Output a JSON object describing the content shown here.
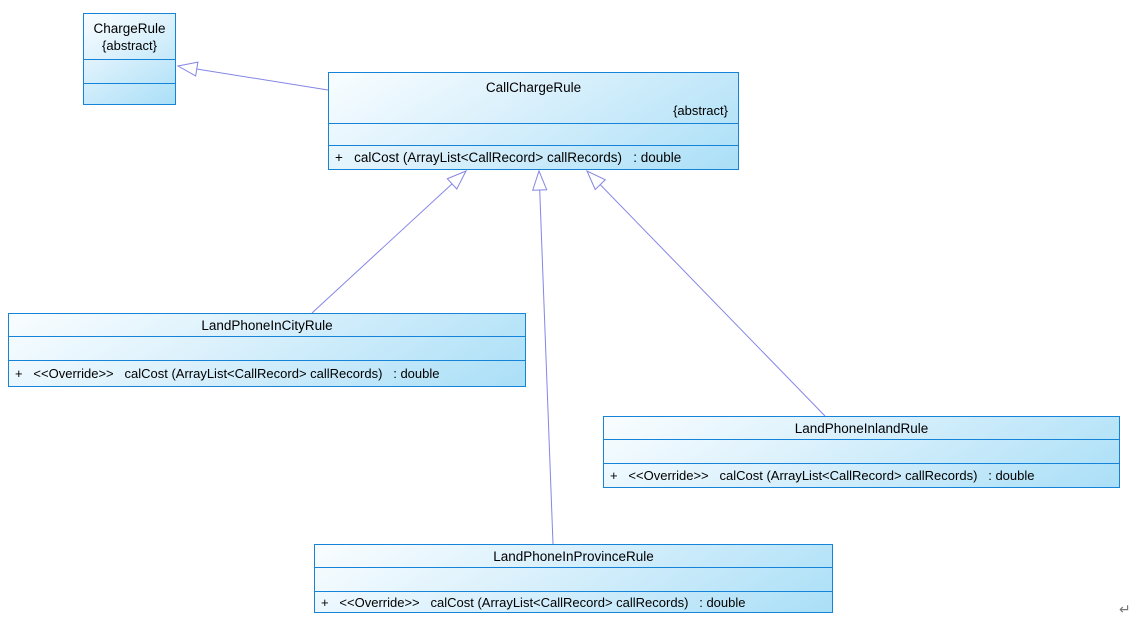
{
  "diagram": {
    "type": "uml-class-diagram",
    "classes": [
      {
        "name": "ChargeRule",
        "stereotype": "{abstract}",
        "attributes": [],
        "operations": []
      },
      {
        "name": "CallChargeRule",
        "stereotype": "{abstract}",
        "attributes": [],
        "operations": [
          {
            "label": "+   calCost (ArrayList<CallRecord> callRecords)   : double"
          }
        ]
      },
      {
        "name": "LandPhoneInCityRule",
        "attributes": [],
        "operations": [
          {
            "label": "+   <<Override>>   calCost (ArrayList<CallRecord> callRecords)   : double"
          }
        ]
      },
      {
        "name": "LandPhoneInlandRule",
        "attributes": [],
        "operations": [
          {
            "label": "+   <<Override>>   calCost (ArrayList<CallRecord> callRecords)   : double"
          }
        ]
      },
      {
        "name": "LandPhoneInProvinceRule",
        "attributes": [],
        "operations": [
          {
            "label": "+   <<Override>>   calCost (ArrayList<CallRecord> callRecords)   : double"
          }
        ]
      }
    ],
    "relationships": [
      {
        "type": "generalization",
        "from": "CallChargeRule",
        "to": "ChargeRule"
      },
      {
        "type": "generalization",
        "from": "LandPhoneInCityRule",
        "to": "CallChargeRule"
      },
      {
        "type": "generalization",
        "from": "LandPhoneInProvinceRule",
        "to": "CallChargeRule"
      },
      {
        "type": "generalization",
        "from": "LandPhoneInlandRule",
        "to": "CallChargeRule"
      }
    ],
    "colors": {
      "box_border": "#1584d8",
      "box_fill_top": "#f9fdff",
      "box_fill_bottom": "#aadff7",
      "edge": "#8585e5",
      "text": "#000000",
      "return_mark": "#777777"
    },
    "return_mark": "↵"
  }
}
